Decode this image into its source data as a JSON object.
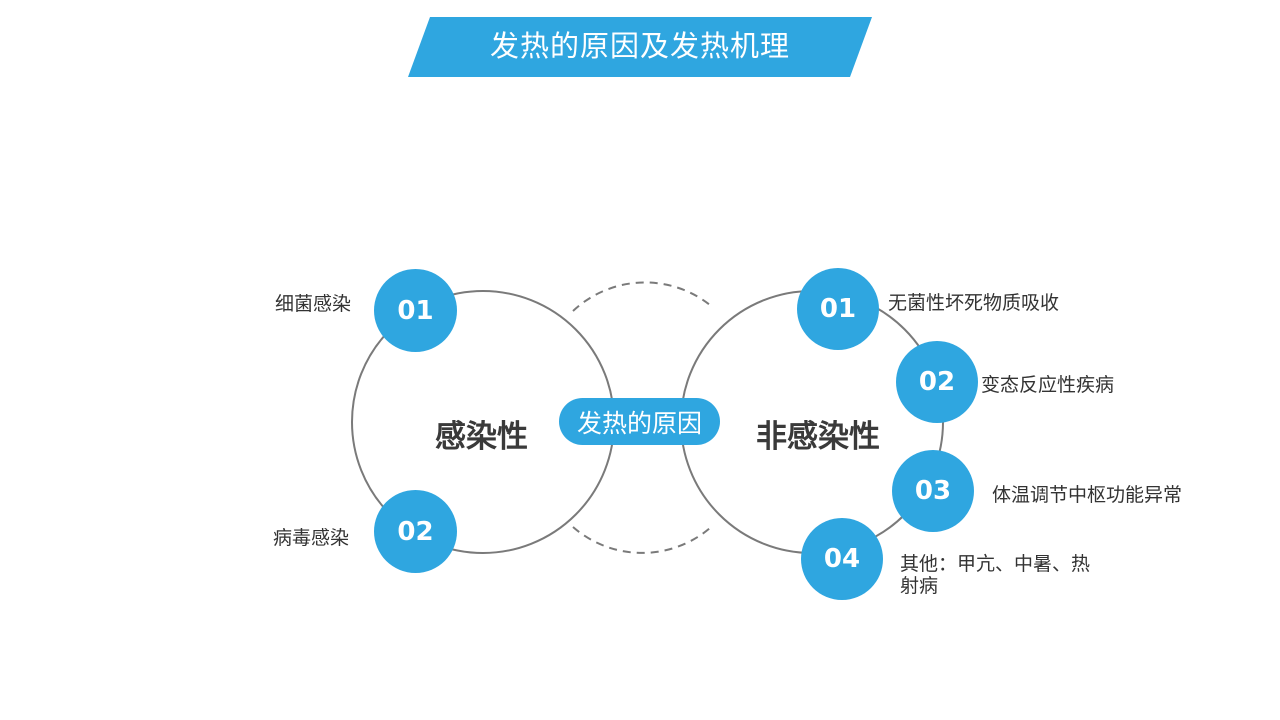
{
  "title": "发热的原因及发热机理",
  "center_label": "发热的原因",
  "colors": {
    "accent": "#2fa6e0",
    "circle_stroke": "#7a7a7a",
    "text": "#333333"
  },
  "left_group": {
    "label": "感染性",
    "items": [
      {
        "num": "01",
        "text": "细菌感染"
      },
      {
        "num": "02",
        "text": "病毒感染"
      }
    ]
  },
  "right_group": {
    "label": "非感染性",
    "items": [
      {
        "num": "01",
        "text": "无菌性坏死物质吸收"
      },
      {
        "num": "02",
        "text": "变态反应性疾病"
      },
      {
        "num": "03",
        "text": "体温调节中枢功能异常"
      },
      {
        "num": "04",
        "text": "其他：甲亢、中暑、热\n射病"
      }
    ]
  }
}
